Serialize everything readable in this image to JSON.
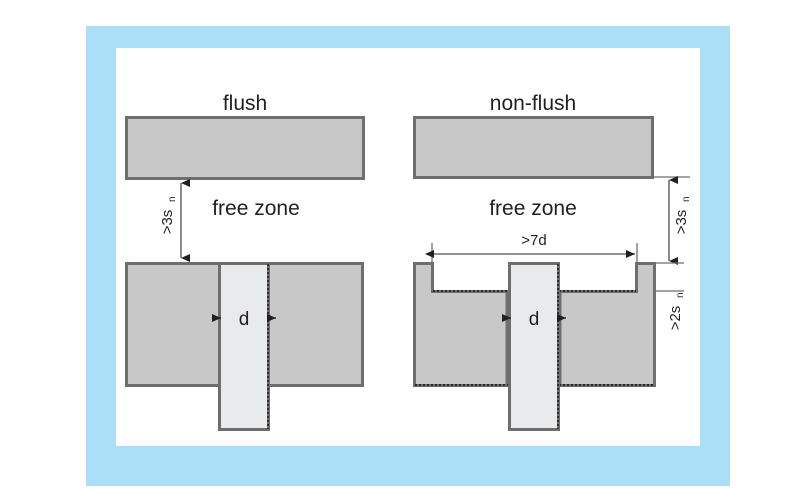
{
  "figure": {
    "background_color": "#ffffff",
    "frame_color": "#ABDFF7",
    "inner_color": "#ffffff",
    "body_fill": "#c8c8c8",
    "target_fill": "#e8eaeb",
    "outline_color": "#6e6e6e",
    "text_color": "#231f20"
  },
  "panels": [
    {
      "id": "flush",
      "title": "flush",
      "free_zone_label": "free zone",
      "target_label": "d",
      "vertical_clearance": {
        "base": ">3s",
        "sub": "n"
      }
    },
    {
      "id": "non-flush",
      "title": "non-flush",
      "free_zone_label": "free zone",
      "target_label": "d",
      "vertical_clearance": {
        "base": ">3s",
        "sub": "n"
      },
      "recess_depth": {
        "base": ">2s",
        "sub": "n"
      },
      "recess_width": {
        "base": ">7d",
        "sub": ""
      }
    }
  ]
}
